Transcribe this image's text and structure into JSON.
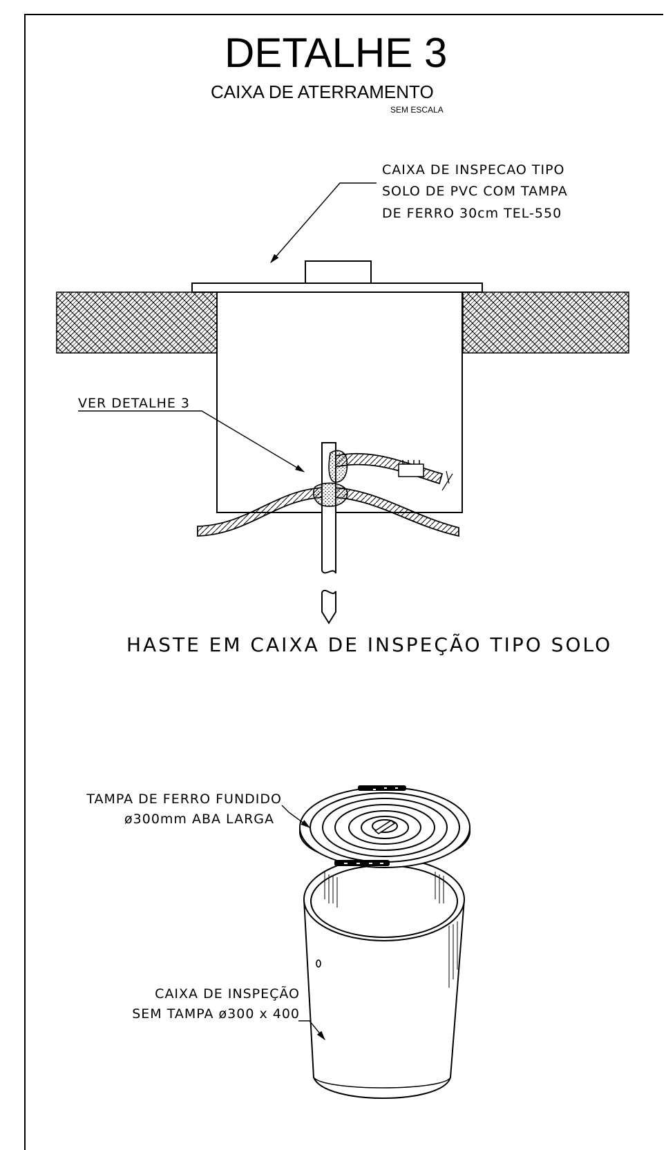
{
  "header": {
    "title": "DETALHE 3",
    "subtitle": "CAIXA DE ATERRAMENTO",
    "scale_note": "SEM ESCALA"
  },
  "section_view": {
    "box_note": [
      "CAIXA DE INSPECAO TIPO",
      "SOLO DE PVC COM TAMPA",
      "DE FERRO 30cm TEL-550"
    ],
    "detail_ref": "VER DETALHE 3",
    "caption": "HASTE EM CAIXA DE INSPEÇÃO TIPO SOLO"
  },
  "iso_view": {
    "lid_note": [
      "TAMPA DE FERRO FUNDIDO",
      "ø300mm ABA LARGA"
    ],
    "box_note": [
      "CAIXA DE INSPEÇÃO",
      "SEM TAMPA ø300 x 400"
    ]
  },
  "colors": {
    "line": "#000000",
    "background": "#ffffff"
  }
}
